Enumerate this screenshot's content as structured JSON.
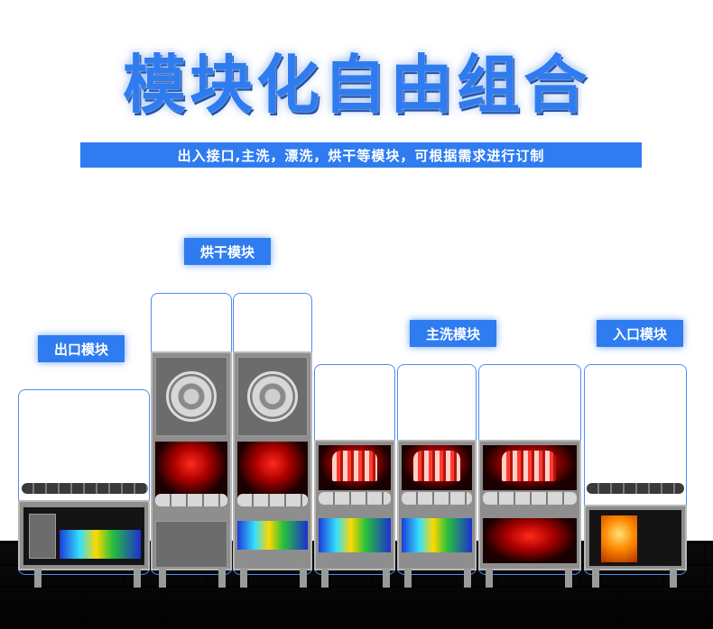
{
  "header": {
    "title": "模块化自由组合",
    "subtitle": "出入接口,主洗，漂洗，烘干等模块，可根据需求进行订制"
  },
  "labels": {
    "outlet": "出口模块",
    "dry": "烘干模块",
    "wash": "主洗模块",
    "inlet": "入口模块"
  },
  "colors": {
    "accent": "#2f7cf0",
    "heat": "#ff2a1a",
    "steel": "#8e8e8e"
  }
}
